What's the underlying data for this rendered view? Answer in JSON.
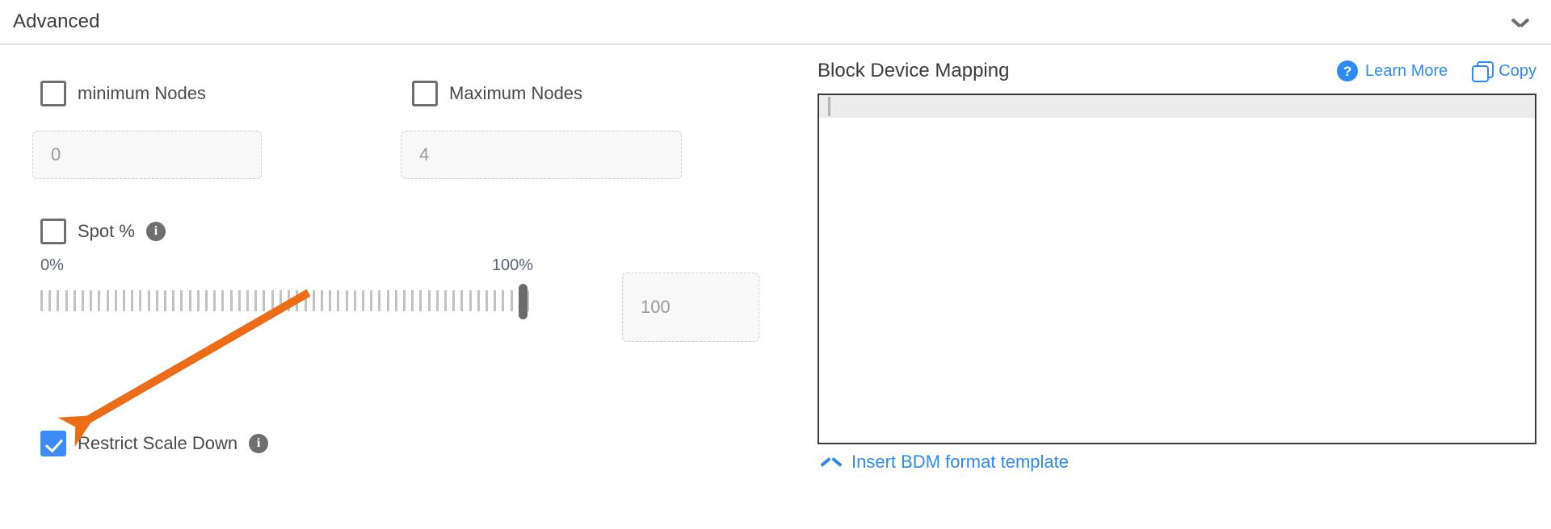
{
  "section": {
    "title": "Advanced",
    "collapse_icon": "chevron-down-icon"
  },
  "left_panel": {
    "min_nodes": {
      "label": "minimum Nodes",
      "checked": false,
      "input_placeholder": "0",
      "input_value": ""
    },
    "max_nodes": {
      "label": "Maximum Nodes",
      "checked": false,
      "input_placeholder": "4",
      "input_value": ""
    },
    "spot_percent": {
      "label": "Spot %",
      "checked": false,
      "info_icon": "info-icon"
    },
    "slider": {
      "min_label": "0%",
      "max_label": "100%",
      "value": 100,
      "value_input_placeholder": "100",
      "tick_count": 60
    },
    "restrict_scale_down": {
      "label": "Restrict Scale Down",
      "checked": true,
      "info_icon": "info-icon"
    }
  },
  "right_panel": {
    "title": "Block Device Mapping",
    "learn_more": {
      "label": "Learn More",
      "icon": "help-circle-icon"
    },
    "copy": {
      "label": "Copy",
      "icon": "copy-icon"
    },
    "editor": {
      "content": "",
      "active_line": 1
    },
    "insert_template": {
      "label": "Insert BDM format template",
      "icon": "chevron-up-icon"
    }
  },
  "annotation": {
    "type": "arrow",
    "color": "#ef6c17",
    "points_to": "restrict-scale-down-checkbox"
  },
  "colors": {
    "accent_blue": "#2e8bf5",
    "checkbox_blue": "#3d8bf8",
    "annotation_orange": "#ef6c17",
    "text_dark": "#3c3c3c",
    "slider_label": "#596377"
  }
}
